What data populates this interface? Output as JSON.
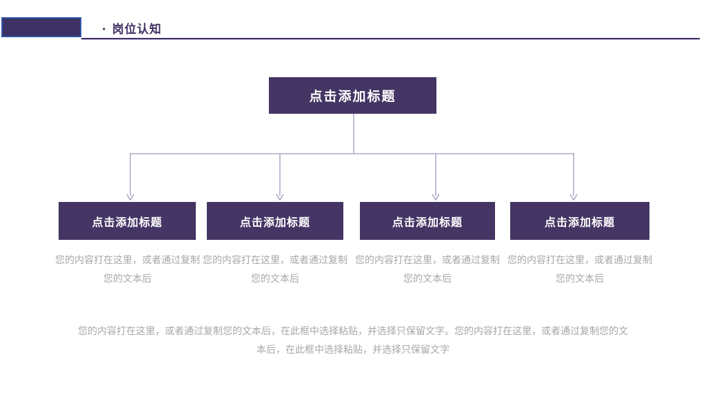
{
  "colors": {
    "accent": "#3f3064",
    "box-purple": "#443564",
    "block-fill": "#3d3263",
    "block-border": "#2e53a7",
    "connector": "#9e9abc",
    "caption-gray": "#a7a7a7",
    "rule-light": "#c8bcdc"
  },
  "header": {
    "bullet": "·",
    "title": "岗位认知"
  },
  "chart_data": {
    "type": "tree-diagram",
    "root": {
      "label": "点击添加标题"
    },
    "children": [
      {
        "label": "点击添加标题",
        "caption": "您的内容打在这里，或者通过复制您的文本后"
      },
      {
        "label": "点击添加标题",
        "caption": "您的内容打在这里，或者通过复制您的文本后"
      },
      {
        "label": "点击添加标题",
        "caption": "您的内容打在这里，或者通过复制您的文本后"
      },
      {
        "label": "点击添加标题",
        "caption": "您的内容打在这里，或者通过复制您的文本后"
      }
    ]
  },
  "footer": {
    "paragraph": "您的内容打在这里，或者通过复制您的文本后，在此框中选择粘贴，并选择只保留文字。您的内容打在这里，或者通过复制您的文本后，在此框中选择粘贴，并选择只保留文字"
  }
}
